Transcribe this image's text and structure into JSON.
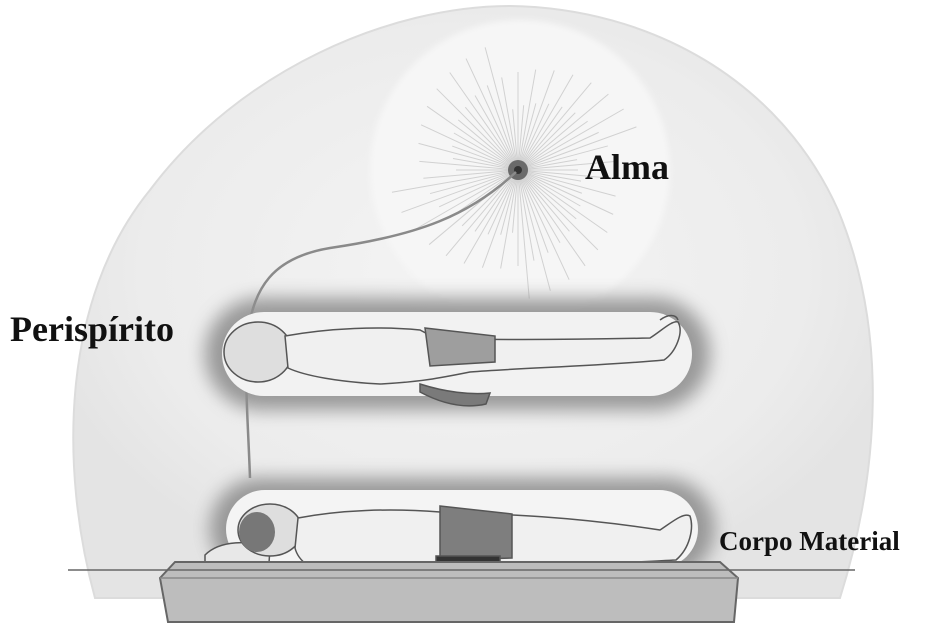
{
  "labels": {
    "soul": "Alma",
    "perispirit": "Perispírito",
    "material_body": "Corpo Material"
  },
  "colors": {
    "halo": "#9a9a9a",
    "aura": "#e9e9e9",
    "ink": "#111111"
  }
}
